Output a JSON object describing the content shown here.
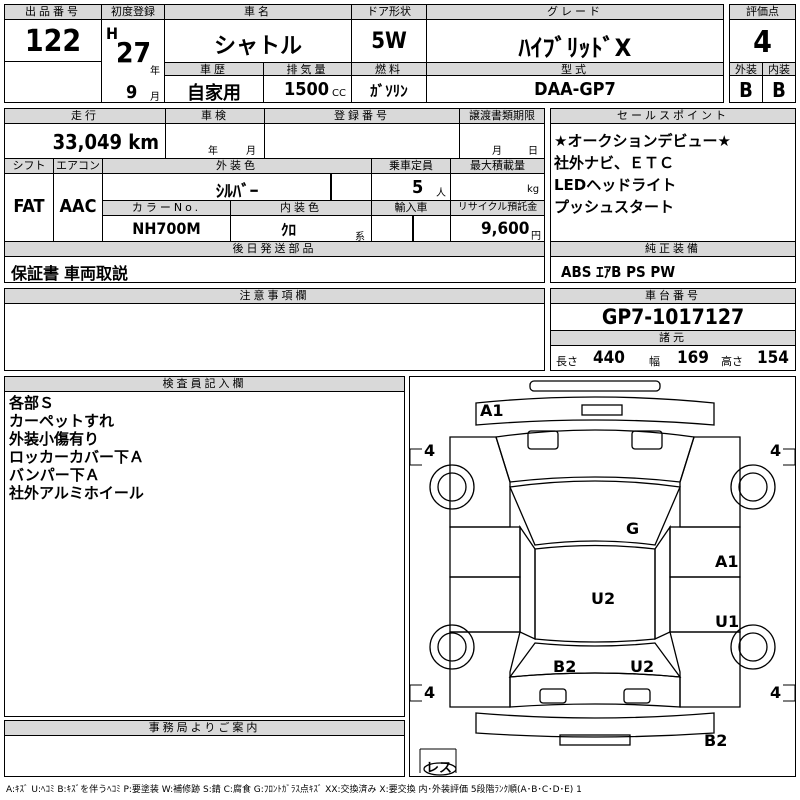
{
  "header": {
    "lot_no_label": "出品番号",
    "lot_no": "122",
    "first_reg_label": "初度登録",
    "era": "H",
    "year": "27",
    "year_unit": "年",
    "month": "9",
    "month_unit": "月",
    "car_name_label": "車名",
    "car_name": "シャトル",
    "history_label": "車歴",
    "history": "自家用",
    "displacement_label": "排気量",
    "displacement": "1500",
    "displacement_unit": "CC",
    "door_label": "ドア形状",
    "door": "5W",
    "fuel_label": "燃料",
    "fuel": "ｶﾞｿﾘﾝ",
    "grade_label": "グレード",
    "grade": "ﾊｲﾌﾞﾘｯﾄﾞX",
    "model_label": "型式",
    "model": "DAA-GP7",
    "score_label": "評価点",
    "score": "4",
    "exterior_label": "外装",
    "exterior": "B",
    "interior_label": "内装",
    "interior": "B"
  },
  "details": {
    "mileage_label": "走行",
    "mileage": "33,049 km",
    "inspection_label": "車検",
    "insp_year_unit": "年",
    "insp_month_unit": "月",
    "regno_label": "登録番号",
    "transfer_label": "譲渡書類期限",
    "transfer_month_unit": "月",
    "transfer_day_unit": "日",
    "shift_label": "シフト",
    "shift": "FAT",
    "ac_label": "エアコン",
    "ac": "AAC",
    "ext_color_label": "外装色",
    "ext_color": "ｼﾙﾊﾞｰ",
    "capacity_label": "乗車定員",
    "capacity": "5",
    "capacity_unit": "人",
    "load_label": "最大積載量",
    "load_unit": "kg",
    "color_no_label": "カラーNo.",
    "color_no": "NH700M",
    "int_color_label": "内装色",
    "int_color": "ｸﾛ",
    "int_color_unit": "系",
    "import_label": "輸入車",
    "recycle_label": "リサイクル預託金",
    "recycle": "9,600",
    "recycle_unit": "円",
    "later_label": "後日発送部品",
    "later": "保証書 車両取説"
  },
  "sales": {
    "label": "セールスポイント",
    "lines": [
      "★オークションデビュー★",
      "社外ナビ、ＥＴＣ",
      "LEDヘッドライト",
      "プッシュスタート"
    ]
  },
  "equipment": {
    "label": "純正装備",
    "value": "ABS ｴｱB PS PW"
  },
  "notes": {
    "label": "注意事項欄"
  },
  "chassis": {
    "label": "車台番号",
    "value": "GP7-1017127",
    "dims_label": "諸元",
    "length_label": "長さ",
    "length": "440",
    "width_label": "幅",
    "width": "169",
    "height_label": "高さ",
    "height": "154"
  },
  "inspector": {
    "label": "検査員記入欄",
    "lines": [
      "各部Ｓ",
      "カーペットすれ",
      "外装小傷有り",
      "ロッカーカバー下Ａ",
      "バンパー下Ａ",
      "社外アルミホイール"
    ]
  },
  "office": {
    "label": "事務局よりご案内"
  },
  "diagram": {
    "tire_fl": "4",
    "tire_fr": "4",
    "tire_rl": "4",
    "tire_rr": "4",
    "spare": "レス",
    "marks": {
      "a1_front": "A1",
      "g_windshield": "G",
      "a1_right": "A1",
      "u2_roof": "U2",
      "u1_right": "U1",
      "b2_rear_left": "B2",
      "u2_rear": "U2",
      "b2_bottom": "B2"
    }
  },
  "legend": "A:ｷｽﾞ U:ﾍｺﾐ B:ｷｽﾞを伴うﾍｺﾐ P:要塗装 W:補修跡 S:錆 C:腐食 G:ﾌﾛﾝﾄｶﾞﾗｽ点ｷｽﾞ XX:交換済み X:要交換 内･外装評価 5段階ﾗﾝｸ順(A･B･C･D･E) 1"
}
